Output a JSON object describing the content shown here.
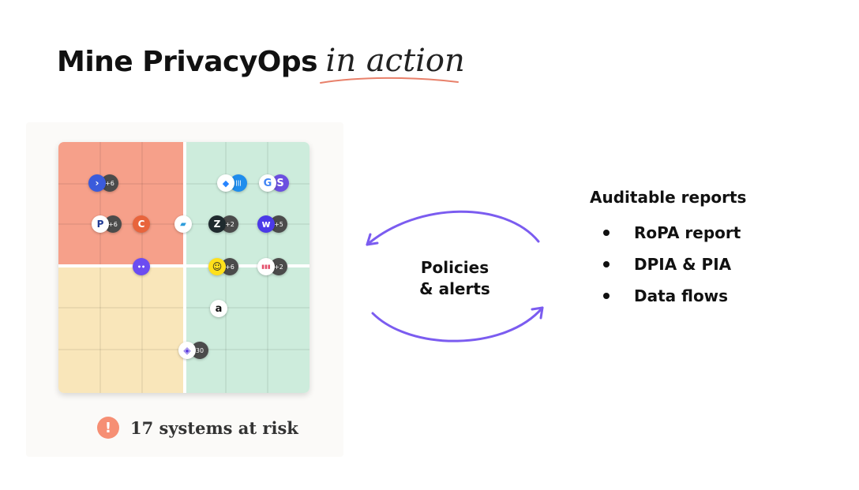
{
  "title": {
    "bold": "Mine PrivacyOps",
    "italic": "in action"
  },
  "colors": {
    "quadrant_high_risk": "#f6a08a",
    "quadrant_low_risk": "#cdecdc",
    "quadrant_medium_risk": "#f9e6ba",
    "arrow": "#7b5cf0",
    "title_underline": "#e8806a",
    "risk_icon": "#f68f74"
  },
  "matrix": {
    "systems": [
      {
        "icon": "activecampaign-icon",
        "glyph": "›",
        "count": "+6"
      },
      {
        "icon": "paypal-icon",
        "glyph": "P",
        "count": "+6"
      },
      {
        "icon": "c-logo-icon",
        "glyph": "C"
      },
      {
        "icon": "airtable-icon",
        "glyph": "▰"
      },
      {
        "icon": "monday-dots-icon",
        "glyph": "••"
      },
      {
        "icon": "jira-icon",
        "glyph": "◆"
      },
      {
        "icon": "intercom-icon",
        "glyph": "|||"
      },
      {
        "icon": "google-icon",
        "glyph": "G"
      },
      {
        "icon": "s-logo-icon",
        "glyph": "S"
      },
      {
        "icon": "zendesk-icon",
        "glyph": "Z",
        "count": "+2"
      },
      {
        "icon": "webflow-icon",
        "glyph": "w",
        "count": "+5"
      },
      {
        "icon": "mailchimp-icon",
        "glyph": "☺",
        "count": "+6"
      },
      {
        "icon": "monday-icon",
        "glyph": "▮▮▮",
        "count": "+2"
      },
      {
        "icon": "amazon-icon",
        "glyph": "a"
      },
      {
        "icon": "shield-logo-icon",
        "glyph": "◈",
        "count": "30"
      }
    ]
  },
  "risk": {
    "icon": "exclamation-icon",
    "glyph": "!",
    "text": "17 systems at risk"
  },
  "cycle": {
    "line1": "Policies",
    "line2": "& alerts"
  },
  "reports": {
    "title": "Auditable reports",
    "items": [
      "RoPA report",
      "DPIA & PIA",
      "Data flows"
    ]
  }
}
